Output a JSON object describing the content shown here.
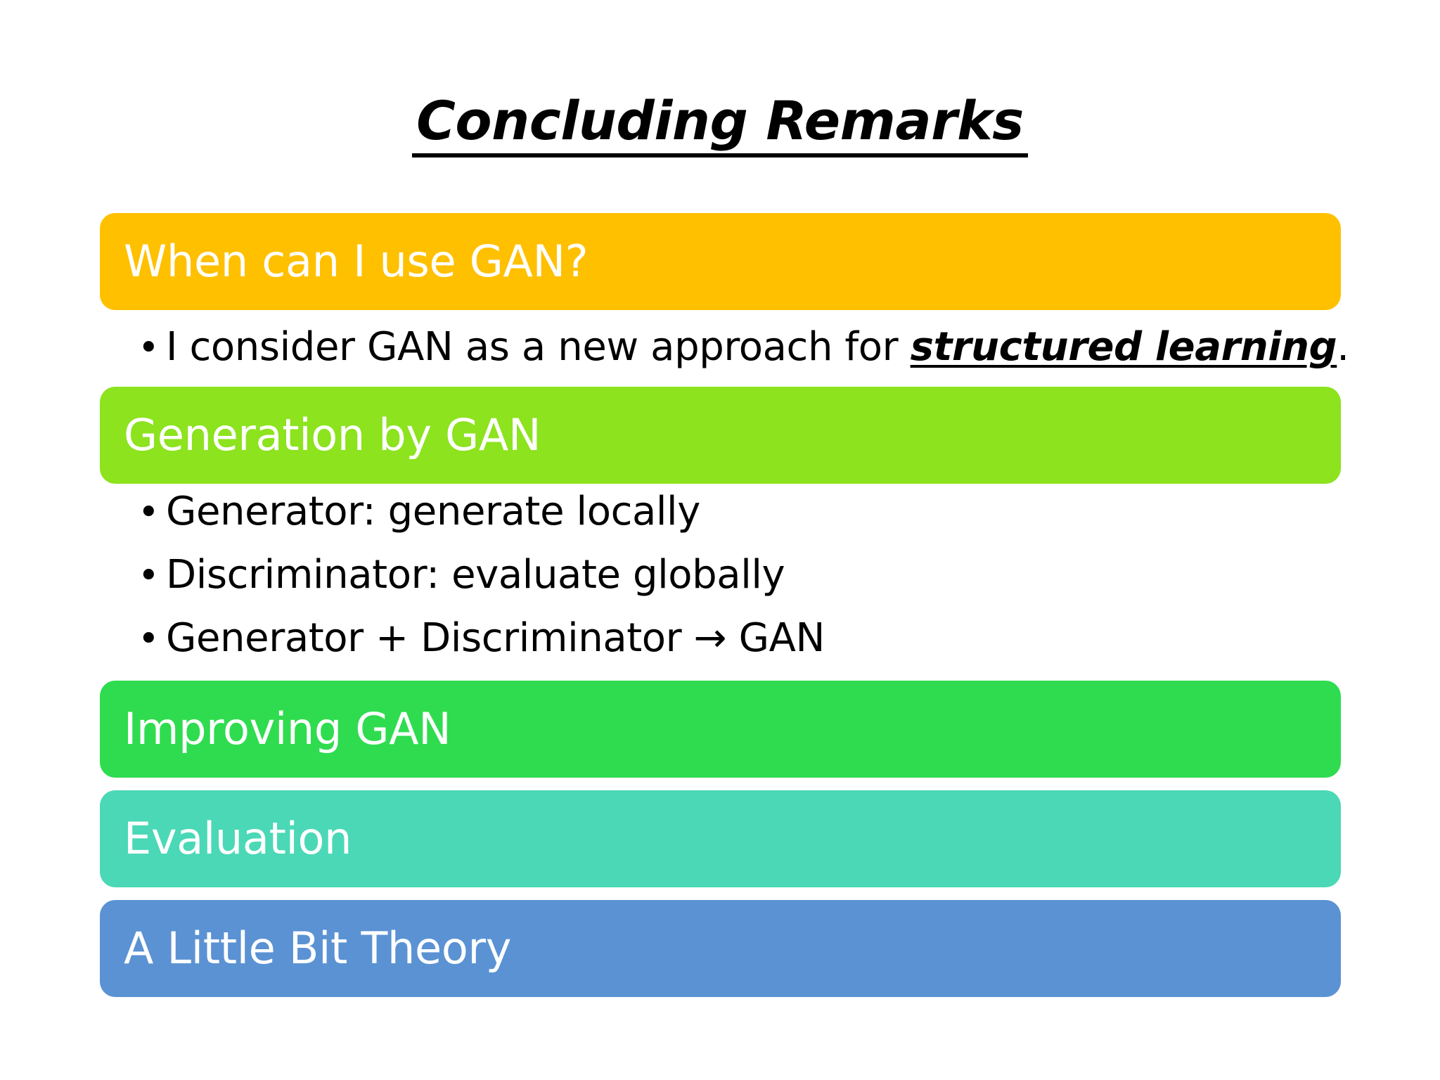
{
  "slide": {
    "title": "Concluding Remarks",
    "background_color": "#FFFFFF",
    "sections": [
      {
        "banner_label": "When can I use GAN?",
        "banner_color": "#FFC000",
        "bullets": [
          {
            "bullet_glyph": "•",
            "text_before": "I consider GAN as a new approach for ",
            "emphasis": "structured learning",
            "text_after": "."
          }
        ]
      },
      {
        "banner_label": "Generation by GAN",
        "banner_color": "#8CE31E",
        "bullets": [
          {
            "bullet_glyph": "•",
            "text": "Generator: generate locally"
          },
          {
            "bullet_glyph": "•",
            "text": "Discriminator: evaluate globally"
          },
          {
            "bullet_glyph": "•",
            "text": "Generator + Discriminator → GAN"
          }
        ]
      },
      {
        "banner_label": "Improving GAN",
        "banner_color": "#2FDC4F",
        "bullets": []
      },
      {
        "banner_label": "Evaluation",
        "banner_color": "#4BD8B6",
        "bullets": []
      },
      {
        "banner_label": "A Little Bit Theory",
        "banner_color": "#5B92D3",
        "bullets": []
      }
    ]
  }
}
